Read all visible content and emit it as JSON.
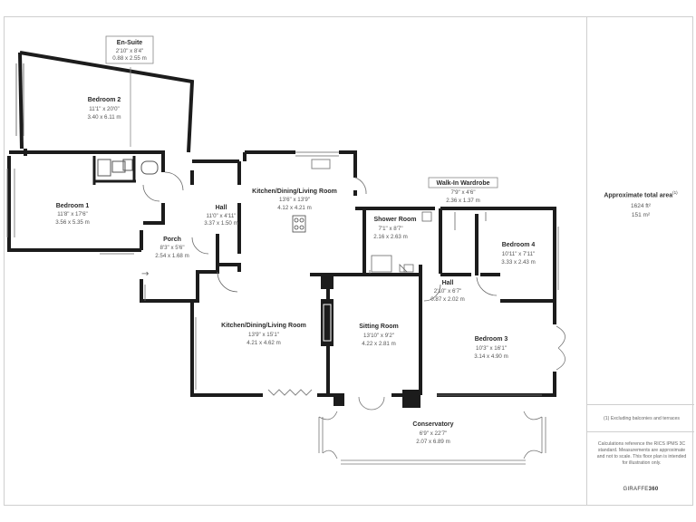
{
  "rooms": {
    "bedroom2": {
      "name": "Bedroom 2",
      "imperial": "11'1\" x 20'0\"",
      "metric": "3.40 x 6.11 m"
    },
    "ensuite": {
      "name": "En-Suite",
      "imperial": "2'10\" x 8'4\"",
      "metric": "0.88 x 2.55 m"
    },
    "bedroom1": {
      "name": "Bedroom 1",
      "imperial": "11'8\" x 17'6\"",
      "metric": "3.56 x 5.35 m"
    },
    "hall1": {
      "name": "Hall",
      "imperial": "11'0\" x 4'11\"",
      "metric": "3.37 x 1.50 m"
    },
    "porch": {
      "name": "Porch",
      "imperial": "8'3\" x 5'6\"",
      "metric": "2.54 x 1.68 m"
    },
    "kitchen_upper": {
      "name": "Kitchen/Dining/Living Room",
      "imperial": "13'6\" x 13'9\"",
      "metric": "4.12 x 4.21 m"
    },
    "kitchen_lower": {
      "name": "Kitchen/Dining/Living Room",
      "imperial": "13'9\" x 15'1\"",
      "metric": "4.21 x 4.62 m"
    },
    "shower": {
      "name": "Shower Room",
      "imperial": "7'1\" x 8'7\"",
      "metric": "2.16 x 2.63 m"
    },
    "walkin": {
      "name": "Walk-In Wardrobe",
      "imperial": "7'9\" x 4'6\"",
      "metric": "2.36 x 1.37 m"
    },
    "bedroom4": {
      "name": "Bedroom 4",
      "imperial": "10'11\" x 7'11\"",
      "metric": "3.33 x 2.43 m"
    },
    "hall2": {
      "name": "Hall",
      "imperial": "2'10\" x 6'7\"",
      "metric": "0.87 x 2.02 m"
    },
    "sitting": {
      "name": "Sitting Room",
      "imperial": "13'10\" x 9'2\"",
      "metric": "4.22 x 2.81 m"
    },
    "bedroom3": {
      "name": "Bedroom 3",
      "imperial": "10'3\" x 16'1\"",
      "metric": "3.14 x 4.90 m"
    },
    "conservatory": {
      "name": "Conservatory",
      "imperial": "6'9\" x 22'7\"",
      "metric": "2.07 x 6.89 m"
    }
  },
  "summary": {
    "title": "Approximate total area",
    "footnote_marker": "(1)",
    "area_ft": "1624 ft²",
    "area_m": "151 m²",
    "footnote": "(1) Excluding balconies and terraces",
    "disclaimer": "Calculations reference the RICS IPMS 3C standard. Measurements are approximate and not to scale. This floor plan is intended for illustration only.",
    "brand_prefix": "GIRAFFE",
    "brand_suffix": "360"
  },
  "colors": {
    "wall": "#1c1c1c",
    "thin": "#555555",
    "frame": "#cfcfcf"
  }
}
